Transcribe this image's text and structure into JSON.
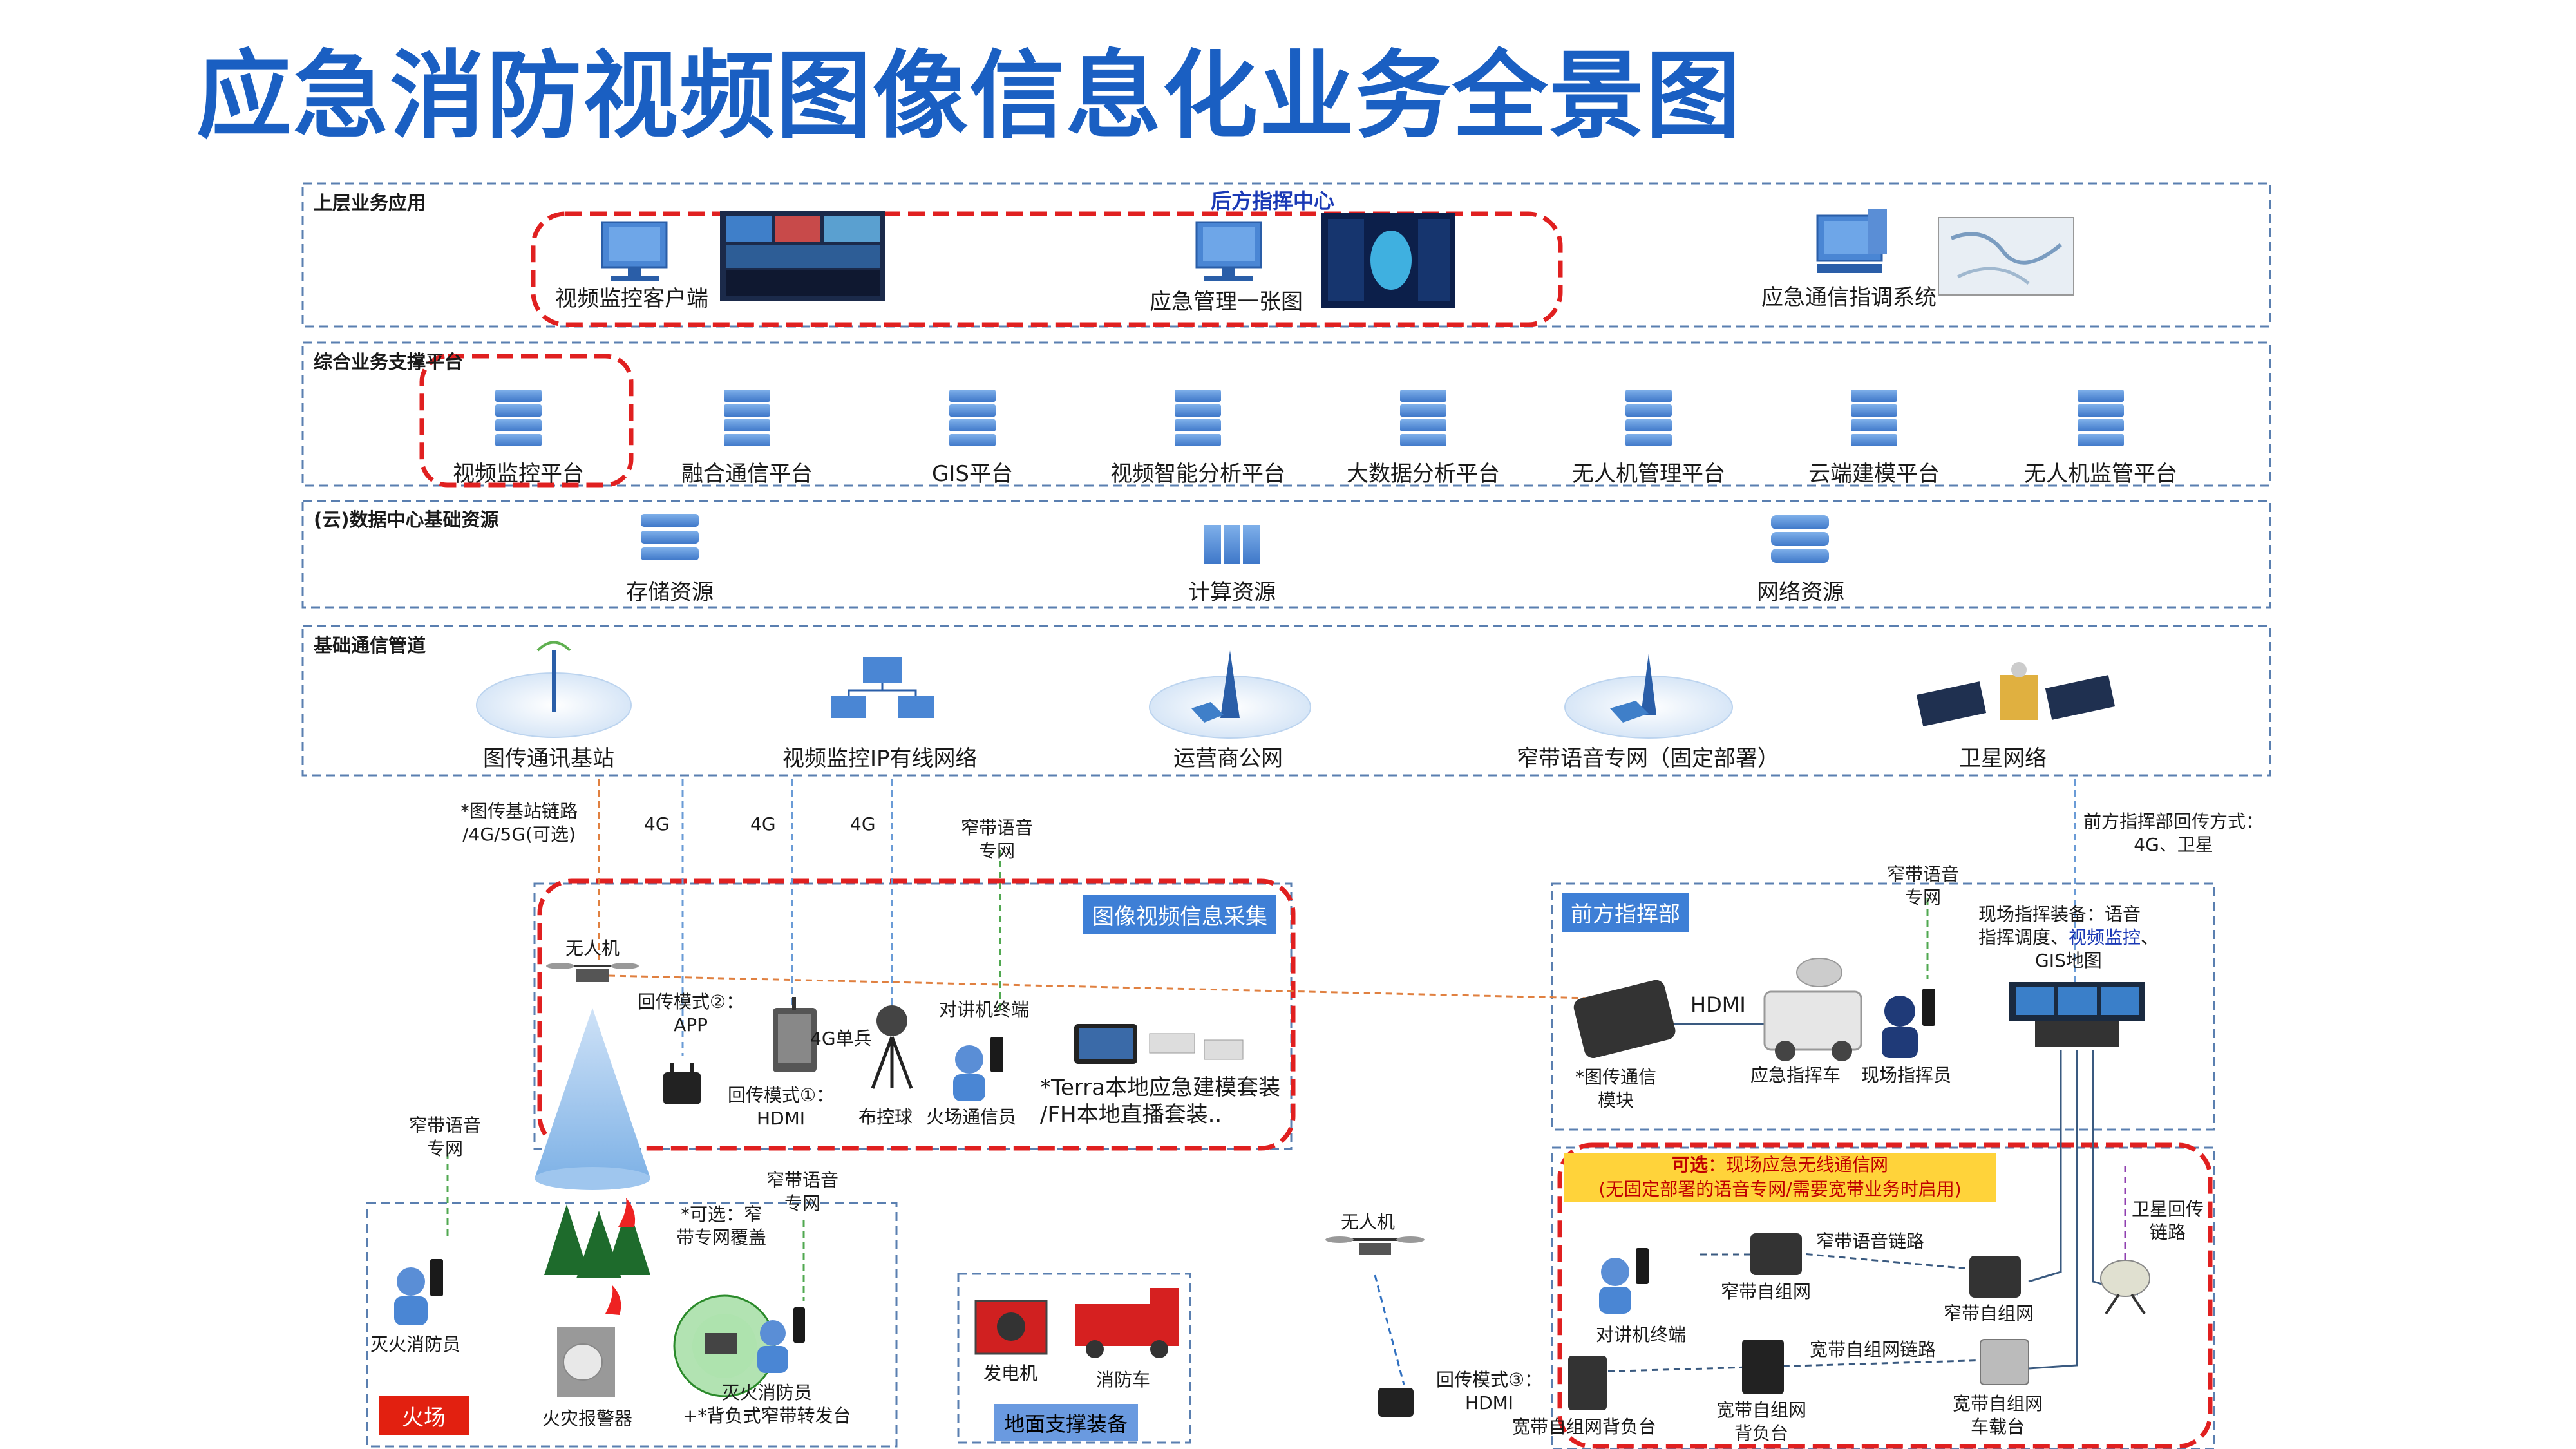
{
  "title": "应急消防视频图像信息化业务全景图",
  "layers": {
    "upper_app": {
      "label": "上层业务应用",
      "command_center": "后方指挥中心",
      "items": [
        "视频监控客户端",
        "应急管理一张图",
        "应急通信指调系统"
      ]
    },
    "support_platform": {
      "label": "综合业务支撑平台",
      "items": [
        "视频监控平台",
        "融合通信平台",
        "GIS平台",
        "视频智能分析平台",
        "大数据分析平台",
        "无人机管理平台",
        "云端建模平台",
        "无人机监管平台"
      ]
    },
    "data_center": {
      "label": "(云)数据中心基础资源",
      "items": [
        "存储资源",
        "计算资源",
        "网络资源"
      ]
    },
    "comm_pipe": {
      "label": "基础通信管道",
      "items": [
        "图传通讯基站",
        "视频监控IP有线网络",
        "运营商公网",
        "窄带语音专网（固定部署）",
        "卫星网络"
      ]
    }
  },
  "links": {
    "base_station_link": [
      "*图传基站链路",
      "/4G/5G(可选)"
    ],
    "lte": "4G",
    "narrow_voice": [
      "窄带语音",
      "专网"
    ],
    "front_return": [
      "前方指挥部回传方式：",
      "4G、卫星"
    ],
    "hdmi": "HDMI"
  },
  "image_collection": {
    "label": "图像视频信息采集",
    "drone": "无人机",
    "return_app": [
      "回传模式②：",
      "APP"
    ],
    "single_4g": "4G单兵",
    "return_hdmi": [
      "回传模式①：",
      "HDMI"
    ],
    "ball": "布控球",
    "radio": "对讲机终端",
    "comm_staff": "火场通信员",
    "terra": [
      "*Terra本地应急建模套装",
      "/FH本地直播套装.."
    ]
  },
  "front_command": {
    "label": "前方指挥部",
    "module": [
      "*图传通信",
      "模块"
    ],
    "vehicle": "应急指挥车",
    "commander": "现场指挥员",
    "equip_1": "现场指挥装备：语音",
    "equip_2a": "指挥调度、",
    "equip_2b": "视频监控",
    "equip_2c": "、",
    "equip_3": "GIS地图"
  },
  "fire_scene": {
    "tag": "火场",
    "firefighter": "灭火消防员",
    "alarm": "火灾报警器",
    "optional": [
      "*可选：窄",
      "带专网覆盖"
    ],
    "ff2": [
      "灭火消防员",
      "+*背负式窄带转发台"
    ]
  },
  "ground": {
    "label": "地面支撑装备",
    "generator": "发电机",
    "truck": "消防车"
  },
  "optional_net": {
    "title_bold": "可选",
    "title_rest": "：现场应急无线通信网",
    "subtitle": "(无固定部署的语音专网/需要宽带业务时启用)",
    "radio": "对讲机终端",
    "nb1": "窄带自组网",
    "nb_link": "窄带语音链路",
    "nb2": "窄带自组网",
    "bb_link": "宽带自组网链路",
    "bb_back1": "宽带自组网背负台",
    "bb_back2": [
      "宽带自组网",
      "背负台"
    ],
    "bb_car": [
      "宽带自组网",
      "车载台"
    ],
    "sat": [
      "卫星回传",
      "链路"
    ]
  },
  "drone2": "无人机",
  "return3": [
    "回传模式③：",
    "HDMI"
  ]
}
